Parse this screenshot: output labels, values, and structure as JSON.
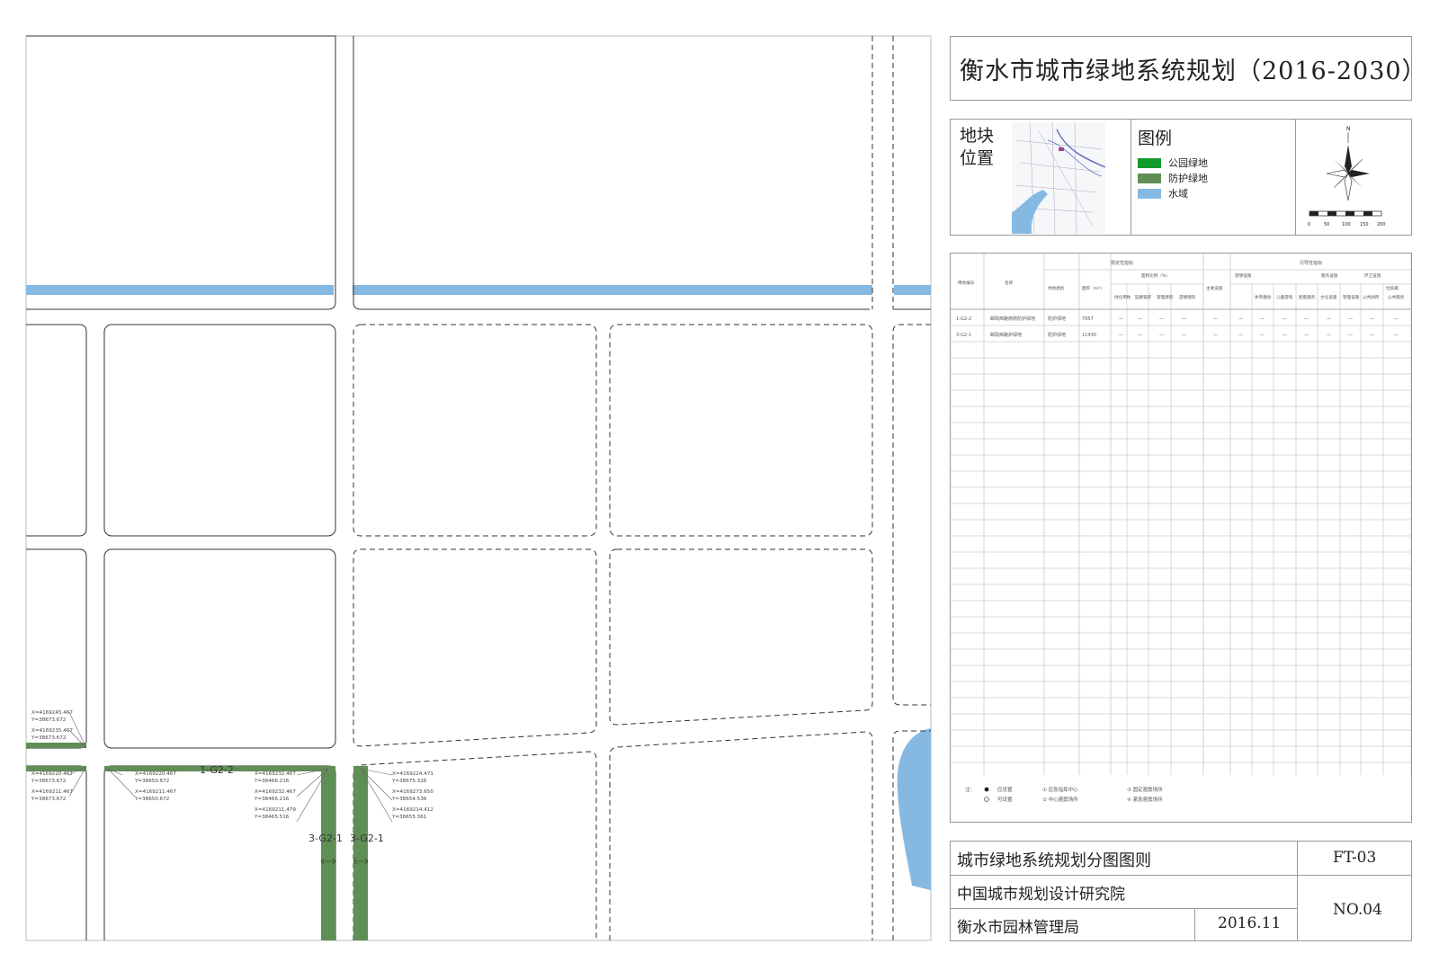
{
  "title": "衡水市城市绿地系统规划（2016-2030）",
  "location_label_line1": "地块",
  "location_label_line2": "位置",
  "legend": {
    "title": "图例",
    "items": [
      {
        "label": "公园绿地",
        "color": "#119b2a"
      },
      {
        "label": "防护绿地",
        "color": "#5f8f55"
      },
      {
        "label": "水域",
        "color": "#86b9e2"
      }
    ]
  },
  "north_label": "N",
  "scale_labels": [
    "0",
    "50",
    "100",
    "150",
    "200"
  ],
  "colors": {
    "road_line": "#333333",
    "protective_green": "#5f8f55",
    "water": "#86b9e2",
    "grid": "#b5b5b5"
  },
  "table": {
    "group_headers": [
      "规定性指标",
      "引导性指标"
    ],
    "col_headers": [
      "用地编号",
      "名称",
      "绿地类别",
      "面积（m²）",
      "面积比例（%）",
      "绿化用地",
      "园路铺装",
      "管理建筑",
      "游憩建筑",
      "主要设施",
      "游憩设施",
      "体育健身",
      "儿童游戏",
      "配套服务",
      "服务设施",
      "文化设施",
      "管理设施",
      "环卫设施",
      "公共厕所",
      "垃圾箱",
      "公共服务"
    ],
    "rows": [
      {
        "id": "1-G2-2",
        "name": "邮政西路南侧防护绿地",
        "type": "防护绿地",
        "area": "7957"
      },
      {
        "id": "3-G2-1",
        "name": "邮政西路护绿地",
        "type": "防护绿地",
        "area": "11430"
      }
    ],
    "dash": "—",
    "notes": [
      "注：",
      "应设置",
      "可设置",
      "① 应急指挥中心",
      "② 中心避震场所",
      "③ 固定避震场所",
      "④ 紧急避震场所"
    ]
  },
  "footer": {
    "plan_name": "城市绿地系统规划分图图则",
    "sheet_code": "FT-03",
    "institute": "中国城市规划设计研究院",
    "bureau": "衡水市园林管理局",
    "date": "2016.11",
    "sheet_no": "NO.04"
  },
  "map": {
    "parcel_labels": [
      "1-G2-2",
      "3-G2-1",
      "3-G2-1"
    ],
    "coordinate_labels": [
      [
        "X=4169245.467",
        "Y=38673.672",
        "X=4169235.467",
        "Y=38673.672"
      ],
      [
        "X=4169220.467",
        "Y=38673.672",
        "X=4169211.467",
        "Y=38673.672"
      ],
      [
        "X=4169220.467",
        "Y=38650.672",
        "X=4169211.467",
        "Y=38650.672"
      ],
      [
        "X=4169232.467",
        "Y=38466.216",
        "X=4169232.467",
        "Y=38466.216",
        "X=4169211.479",
        "Y=38465.516"
      ],
      [
        "X=4169224.471",
        "Y=38675.326",
        "X=4169273.650",
        "Y=38654.536",
        "X=4169214.412",
        "Y=38655.361"
      ]
    ]
  }
}
